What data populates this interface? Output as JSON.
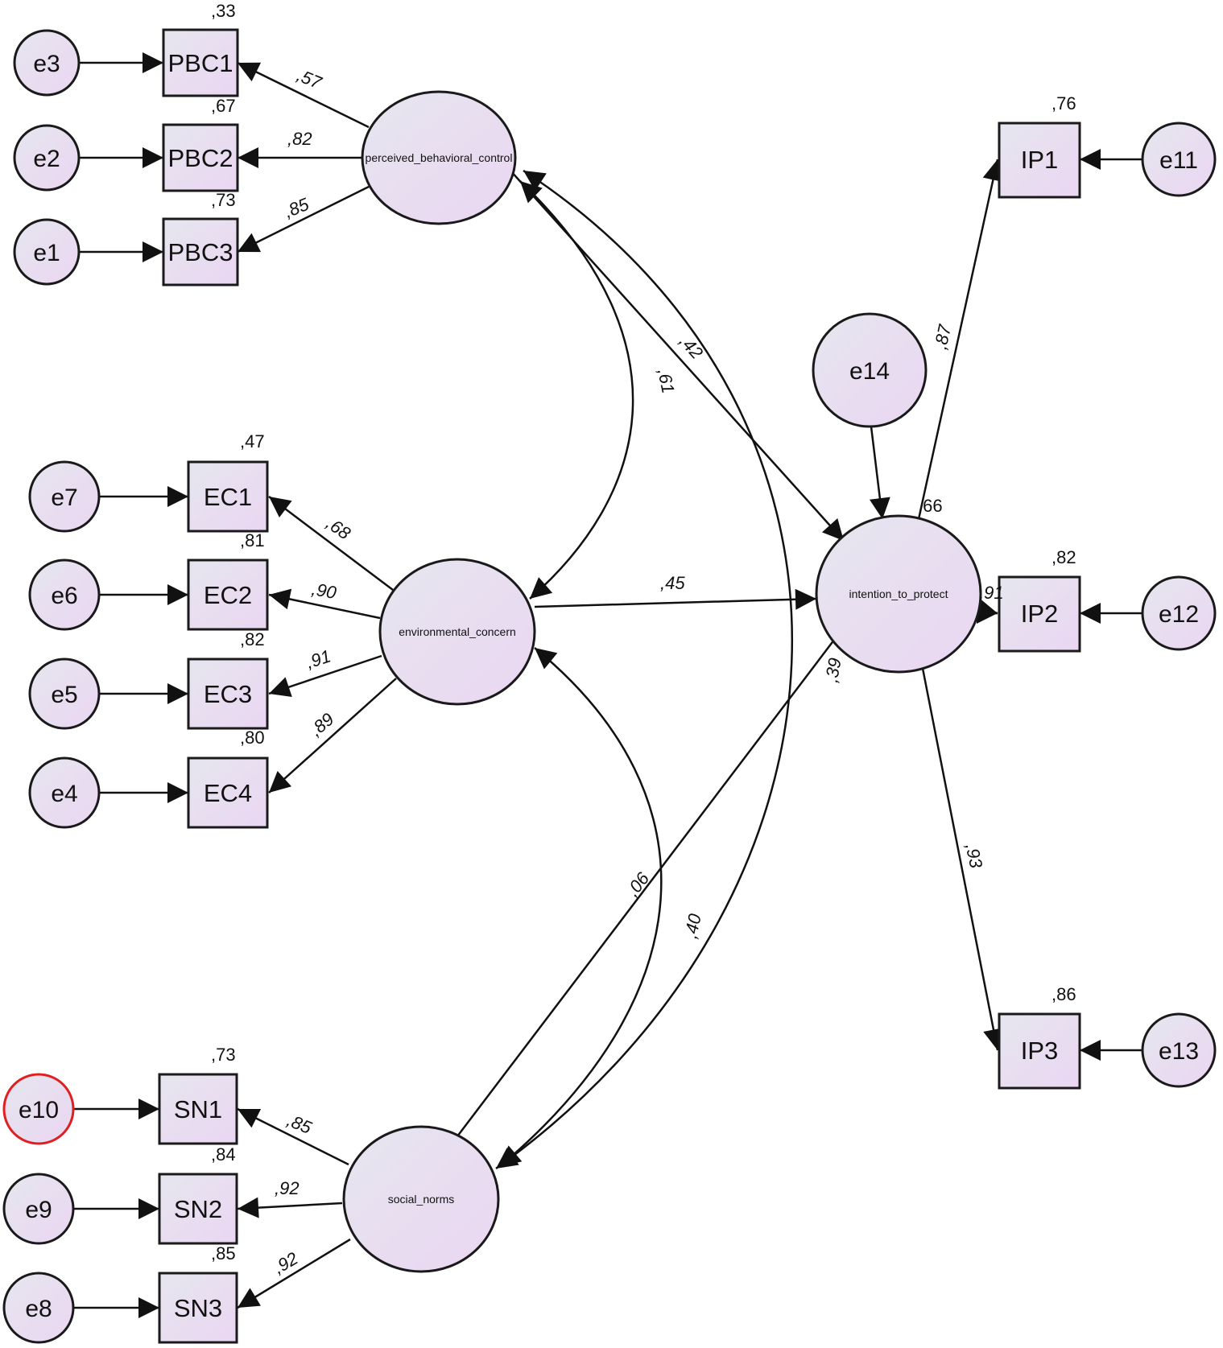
{
  "latent": {
    "pbc": "perceived_behavioral_control",
    "ec": "environmental_concern",
    "sn": "social_norms",
    "ip": "intention_to_protect"
  },
  "observed": {
    "PBC1": "PBC1",
    "PBC2": "PBC2",
    "PBC3": "PBC3",
    "EC1": "EC1",
    "EC2": "EC2",
    "EC3": "EC3",
    "EC4": "EC4",
    "SN1": "SN1",
    "SN2": "SN2",
    "SN3": "SN3",
    "IP1": "IP1",
    "IP2": "IP2",
    "IP3": "IP3"
  },
  "errors": {
    "e1": "e1",
    "e2": "e2",
    "e3": "e3",
    "e4": "e4",
    "e5": "e5",
    "e6": "e6",
    "e7": "e7",
    "e8": "e8",
    "e9": "e9",
    "e10": "e10",
    "e11": "e11",
    "e12": "e12",
    "e13": "e13",
    "e14": "e14"
  },
  "r2": {
    "PBC1": ",33",
    "PBC2": ",67",
    "PBC3": ",73",
    "EC1": ",47",
    "EC2": ",81",
    "EC3": ",82",
    "EC4": ",80",
    "SN1": ",73",
    "SN2": ",84",
    "SN3": ",85",
    "IP1": ",76",
    "IP2": ",82",
    "IP3": ",86",
    "ip": ",66"
  },
  "loadings": {
    "PBC1": ",57",
    "PBC2": ",82",
    "PBC3": ",85",
    "EC1": ",68",
    "EC2": ",90",
    "EC3": ",91",
    "EC4": ",89",
    "SN1": ",85",
    "SN2": ",92",
    "SN3": ",92",
    "IP1": ",87",
    "IP2": ",91",
    "IP3": ",93"
  },
  "paths": {
    "pbc_ip": ",42",
    "ec_ip": ",45",
    "sn_ip": ",06"
  },
  "correlations": {
    "pbc_ec": ",61",
    "pbc_sn": ",40",
    "ec_sn": ",39"
  },
  "colors": {
    "fill_top": "#e6e6ee",
    "fill_bottom": "#ead6f2",
    "stroke": "#1a1a1a",
    "highlight": "#e02020"
  }
}
